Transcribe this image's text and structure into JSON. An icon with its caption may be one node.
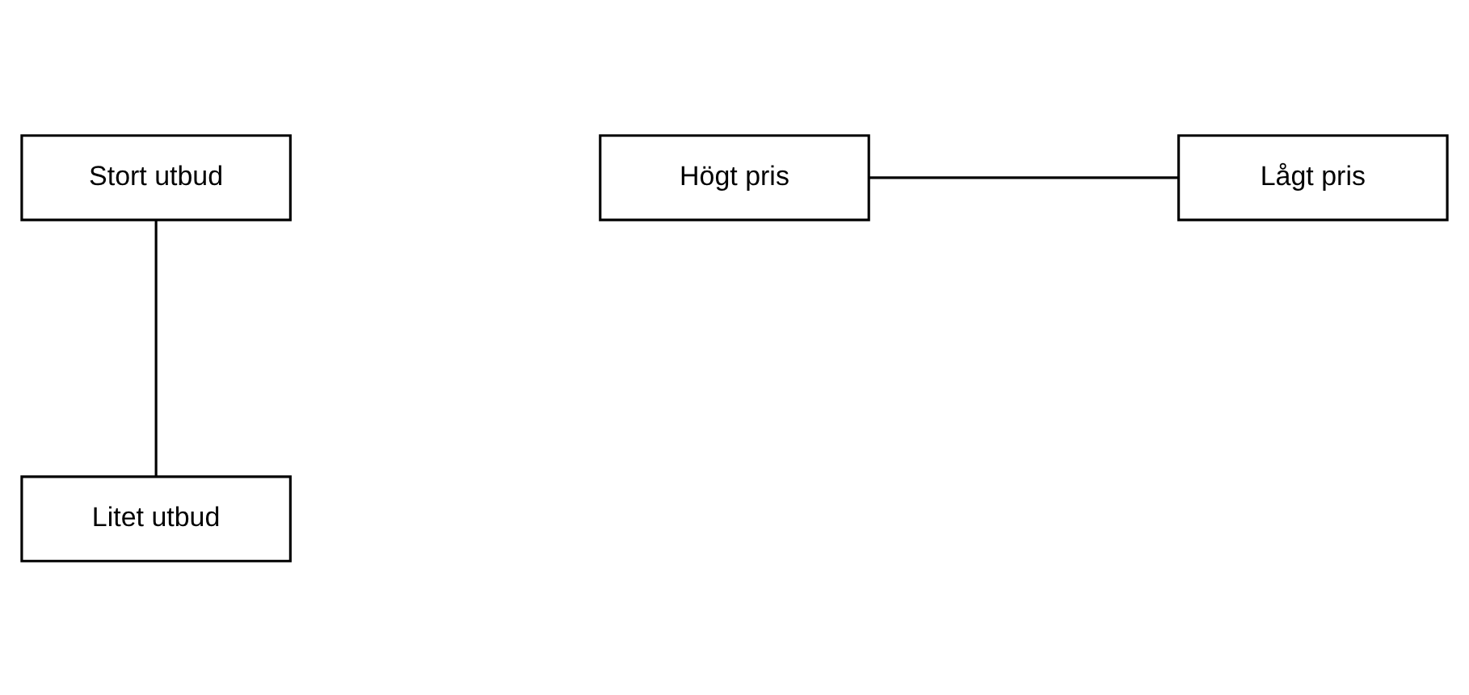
{
  "diagram": {
    "nodes": [
      {
        "text": [
          "Stort utbud"
        ]
      },
      {
        "text": [
          "Högt pris"
        ]
      },
      {
        "text": [
          "Lågt pris"
        ]
      },
      {
        "text": [
          "Litet utbud"
        ]
      }
    ],
    "edges": [
      {
        "from": 0,
        "to": 3,
        "arrow": "none"
      },
      {
        "from": 1,
        "to": 2,
        "arrow": "none"
      }
    ]
  }
}
